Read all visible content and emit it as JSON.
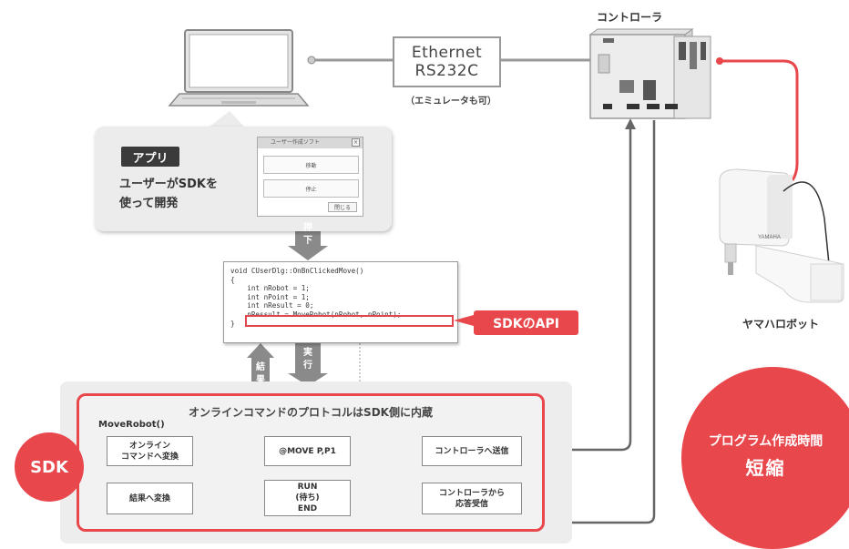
{
  "connection": {
    "line1": "Ethernet",
    "line2": "RS232C",
    "note": "（エミュレータも可）"
  },
  "controller": {
    "title": "コントローラ"
  },
  "app": {
    "badge": "アプリ",
    "desc_line1": "ユーザーがSDKを",
    "desc_line2": "使って開発",
    "window_title": "ユーザー作成ソフト",
    "button1": "移動",
    "button2": "停止",
    "close_button": "閉じる"
  },
  "arrows": {
    "press": [
      "押",
      "下"
    ],
    "result": [
      "結",
      "果"
    ],
    "execute": [
      "実",
      "行"
    ]
  },
  "code": {
    "lines": [
      "void CUserDlg::OnBnClickedMove()",
      "{",
      "    int nRobot = 1;",
      "    int nPoint = 1;",
      "    int nResult = 0;",
      "    nRessult = MoveRobot(nRobot, nPoint);",
      "}"
    ]
  },
  "api_badge": "SDKのAPI",
  "sdk": {
    "label": "SDK",
    "title": "オンラインコマンドのプロトコルはSDK側に内蔵",
    "function": "MoveRobot()",
    "convert_online": [
      "オンライン",
      "コマンドへ変換"
    ],
    "move_cmd": "@MOVE P,P1",
    "send": "コントローラへ送信",
    "receive": [
      "コントローラから",
      "応答受信"
    ],
    "run": [
      "RUN",
      "(待ち)",
      "END"
    ],
    "convert_result": "結果へ変換"
  },
  "robot": {
    "label": "ヤマハロボット",
    "brand": "YAMAHA"
  },
  "benefit": {
    "line1": "プログラム作成時間",
    "line2": "短縮"
  },
  "colors": {
    "accent": "#e8474c",
    "dark": "#3b3b3b",
    "gray_arrow": "#8a8a8a"
  }
}
